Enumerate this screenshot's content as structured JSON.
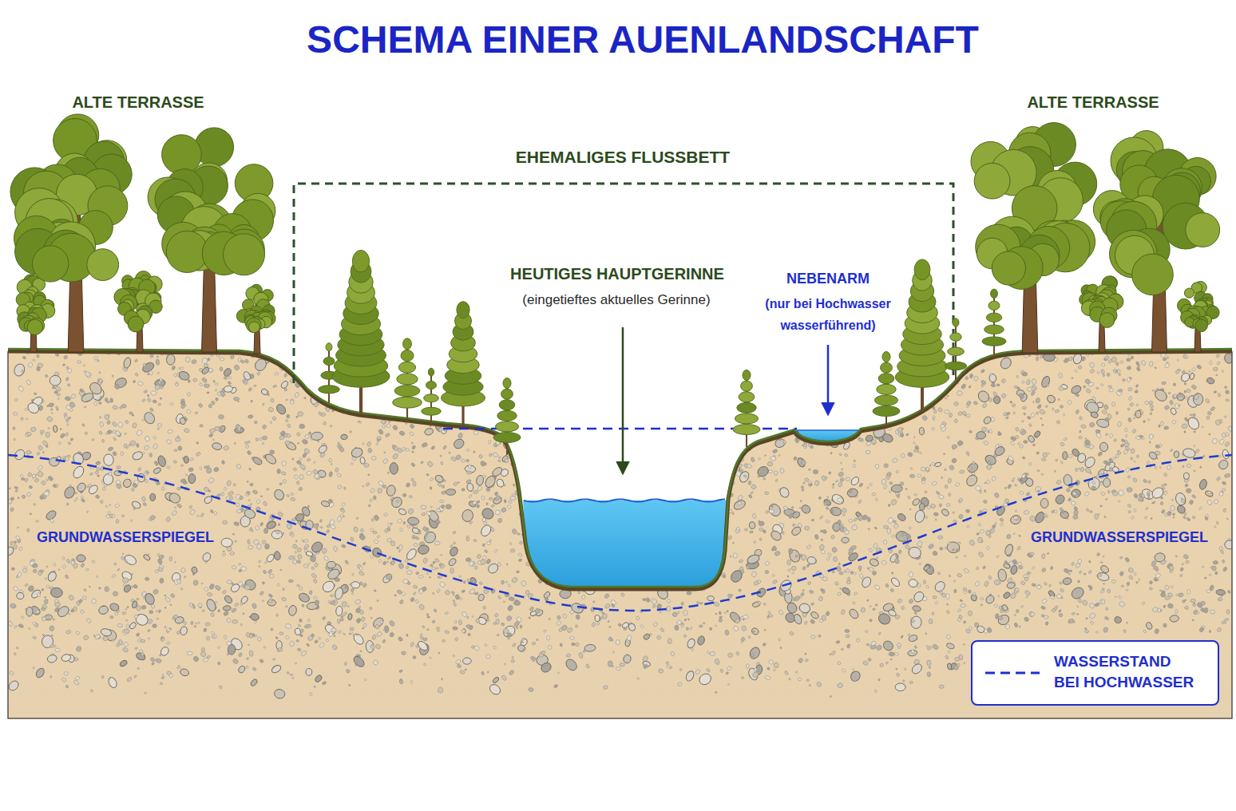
{
  "diagram": {
    "title": "SCHEMA EINER AUENLANDSCHAFT",
    "labels": [
      "ALTE TERRASSE",
      "ALTE TERRASSE",
      "EHEMALIGES FLUSSBETT",
      "HEUTIGES HAUPTGERINNE",
      "(eingetieftes aktuelles Gerinne)",
      "NEBENARM",
      "(nur bei Hochwasser wasserführend)",
      "GRUNDWASSERSPIEGEL",
      "GRUNDWASSERSPIEGEL"
    ],
    "legend": [
      {
        "text": "WASSERSTAND BEI HOCHWASSER"
      }
    ]
  }
}
